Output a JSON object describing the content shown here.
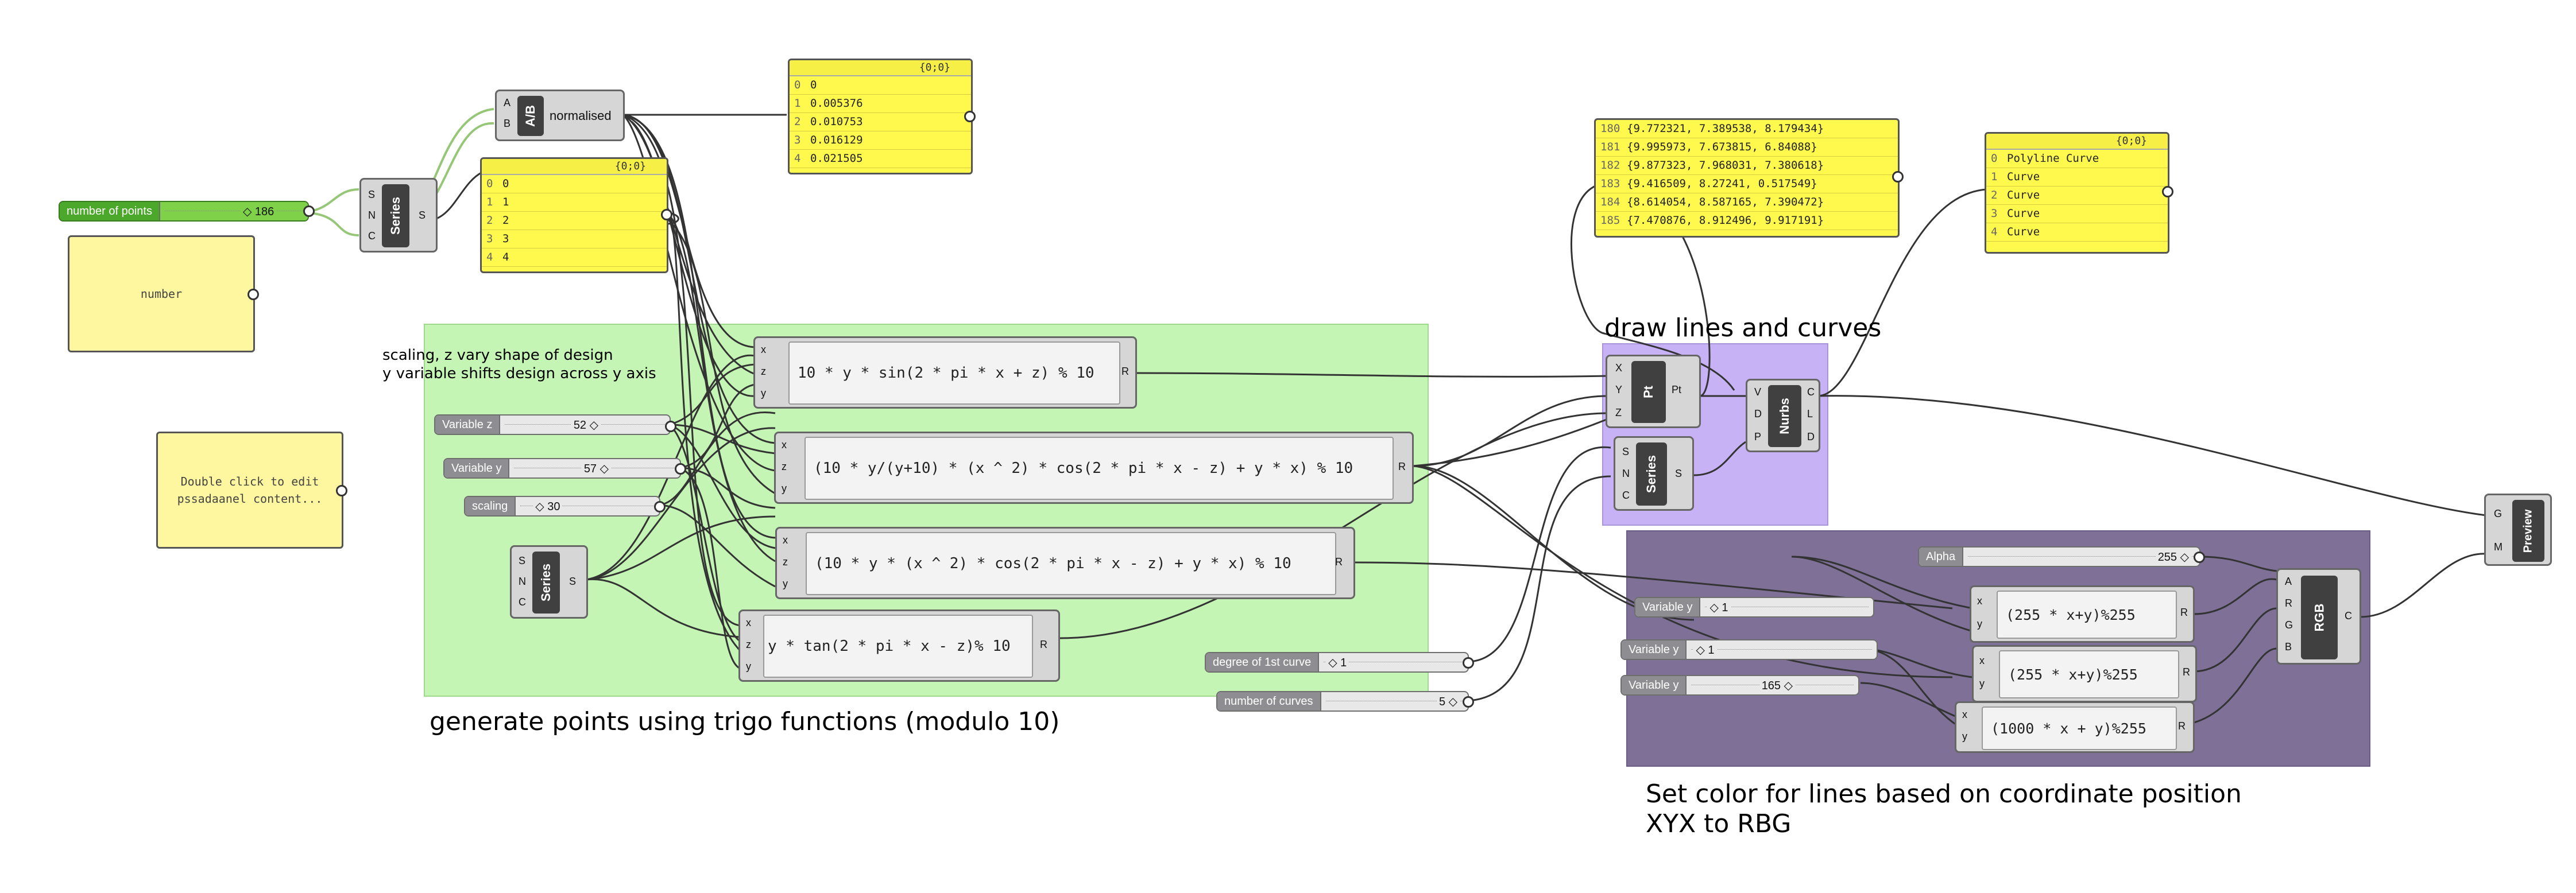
{
  "canvas": {
    "title": "Grasshopper canvas"
  },
  "groups": {
    "generate": {
      "label": "generate points using trigo functions (modulo 10)",
      "color": "#c4f5b4"
    },
    "draw": {
      "label": "draw lines and curves",
      "color": "#c6b2f4"
    },
    "color": {
      "label": "Set color for lines based on coordinate position",
      "label2": "XYX to RBG",
      "color": "#7e7096"
    }
  },
  "notes": {
    "number": "number",
    "double_click_1": "Double click to edit",
    "double_click_2": "pssadaanel content..."
  },
  "design_text": {
    "line1": "scaling, z vary shape of design",
    "line2": "y variable shifts design across y axis"
  },
  "sliders": [
    {
      "label": "number of points",
      "value": "◇ 186"
    },
    {
      "label": "Variable z",
      "value": "52 ◇"
    },
    {
      "label": "Variable y",
      "value": "57 ◇"
    },
    {
      "label": "scaling",
      "value": "◇ 30"
    },
    {
      "label": "degree of 1st curve",
      "value": "◇ 1"
    },
    {
      "label": "number of curves",
      "value": "5 ◇"
    },
    {
      "label": "Alpha",
      "value": "255 ◇"
    },
    {
      "label": "Variable y",
      "value": "◇ 1"
    },
    {
      "label": "Variable y",
      "value": "◇ 1"
    },
    {
      "label": "Variable y",
      "value": "165 ◇"
    }
  ],
  "components": {
    "series1": {
      "name": "Series",
      "in": [
        "S",
        "N",
        "C"
      ],
      "out": [
        "S"
      ]
    },
    "series2": {
      "name": "Series",
      "in": [
        "S",
        "N",
        "C"
      ],
      "out": [
        "S"
      ]
    },
    "series3": {
      "name": "Series",
      "in": [
        "S",
        "N",
        "C"
      ],
      "out": [
        "S"
      ]
    },
    "division": {
      "name": "A/B",
      "in": [
        "A",
        "B"
      ],
      "out_label": "normalised"
    },
    "pt": {
      "name": "Pt",
      "in": [
        "X",
        "Y",
        "Z"
      ],
      "out": [
        "Pt"
      ]
    },
    "nurbs": {
      "name": "Nurbs",
      "in": [
        "V",
        "D",
        "P"
      ],
      "out": [
        "C",
        "L",
        "D"
      ]
    },
    "rgb": {
      "name": "RGB",
      "in": [
        "A",
        "R",
        "G",
        "B"
      ],
      "out": [
        "C"
      ]
    },
    "preview": {
      "name": "Preview",
      "in": [
        "G",
        "M"
      ]
    }
  },
  "expressions": [
    {
      "expr": "10 * y * sin(2 * pi * x + z) % 10",
      "in": [
        "x",
        "z",
        "y"
      ],
      "out": "R"
    },
    {
      "expr": "(10 * y/(y+10) * (x ^ 2) * cos(2 * pi * x - z) + y * x) % 10",
      "in": [
        "x",
        "z",
        "y"
      ],
      "out": "R"
    },
    {
      "expr": "(10 * y * (x ^ 2) * cos(2 * pi * x - z) + y * x) % 10",
      "in": [
        "x",
        "z",
        "y"
      ],
      "out": "R"
    },
    {
      "expr": "y * tan(2 * pi * x - z)% 10",
      "in": [
        "x",
        "z",
        "y"
      ],
      "out": "R"
    },
    {
      "expr": "(255 * x+y)%255",
      "in": [
        "x",
        "y"
      ],
      "out": "R"
    },
    {
      "expr": "(255 * x+y)%255",
      "in": [
        "x",
        "y"
      ],
      "out": "R"
    },
    {
      "expr": "(1000 * x + y)%255",
      "in": [
        "x",
        "y"
      ],
      "out": "R"
    }
  ],
  "panels": {
    "normalised": {
      "header": "{0;0}",
      "rows": [
        [
          "0",
          "0"
        ],
        [
          "1",
          "0.005376"
        ],
        [
          "2",
          "0.010753"
        ],
        [
          "3",
          "0.016129"
        ],
        [
          "4",
          "0.021505"
        ]
      ]
    },
    "series": {
      "header": "{0;0}",
      "rows": [
        [
          "0",
          "0"
        ],
        [
          "1",
          "1"
        ],
        [
          "2",
          "2"
        ],
        [
          "3",
          "3"
        ],
        [
          "4",
          "4"
        ]
      ]
    },
    "points": {
      "rows": [
        [
          "180",
          "{9.772321, 7.389538, 8.179434}"
        ],
        [
          "181",
          "{9.995973, 7.673815, 6.84088}"
        ],
        [
          "182",
          "{9.877323, 7.968031, 7.380618}"
        ],
        [
          "183",
          "{9.416509, 8.27241, 0.517549}"
        ],
        [
          "184",
          "{8.614054, 8.587165, 7.390472}"
        ],
        [
          "185",
          "{7.470876, 8.912496, 9.917191}"
        ]
      ]
    },
    "curves": {
      "header": "{0;0}",
      "rows": [
        [
          "0",
          "Polyline Curve"
        ],
        [
          "1",
          "Curve"
        ],
        [
          "2",
          "Curve"
        ],
        [
          "3",
          "Curve"
        ],
        [
          "4",
          "Curve"
        ]
      ]
    }
  }
}
